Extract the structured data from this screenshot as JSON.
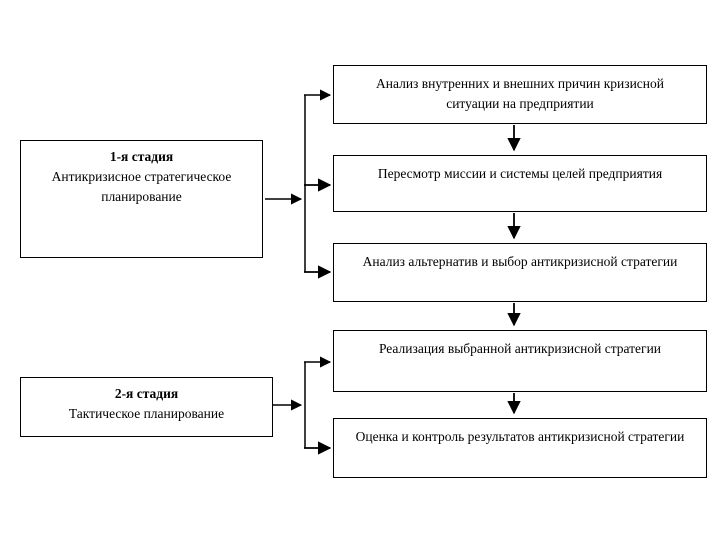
{
  "diagram": {
    "stages": [
      {
        "title": "1-я стадия",
        "subtitle": "Антикризисное стратегическое планирование"
      },
      {
        "title": "2-я стадия",
        "subtitle": "Тактическое планирование"
      }
    ],
    "steps": [
      {
        "label": "Анализ внутренних и внешних причин кризисной ситуации на предприятии"
      },
      {
        "label": "Пересмотр миссии и системы целей предприятия"
      },
      {
        "label": "Анализ альтернатив и выбор антикризисной стратегии"
      },
      {
        "label": "Реализация выбранной антикризисной стратегии"
      },
      {
        "label": "Оценка и контроль результатов антикризисной стратегии"
      }
    ],
    "colors": {
      "line": "#000000",
      "box_border": "#000000",
      "text": "#000000",
      "background": "#ffffff"
    }
  }
}
